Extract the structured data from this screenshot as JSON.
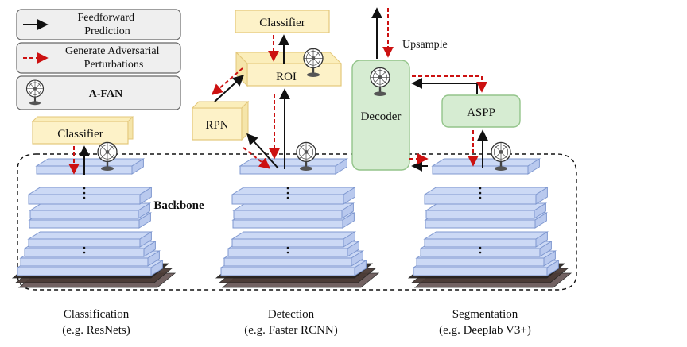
{
  "legend": {
    "feedforward": "Feedforward\nPrediction",
    "adversarial": "Generate Adversarial\nPerturbations",
    "afan": "A-FAN"
  },
  "labels": {
    "backbone": "Backbone",
    "upsample": "Upsample",
    "classifier": "Classifier",
    "roi": "ROI",
    "rpn": "RPN",
    "decoder": "Decoder",
    "aspp": "ASPP"
  },
  "captions": [
    {
      "title": "Classification",
      "subtitle": "(e.g. ResNets)"
    },
    {
      "title": "Detection",
      "subtitle": "(e.g. Faster RCNN)"
    },
    {
      "title": "Segmentation",
      "subtitle": "(e.g. Deeplab V3+)"
    }
  ],
  "colors": {
    "layer_fill": "#ccd9f5",
    "layer_stroke": "#7f98d0",
    "head_fill": "#fdf2c8",
    "head_stroke": "#e3c77a",
    "seg_fill": "#d6ecd2",
    "seg_stroke": "#93c48a",
    "adv_arrow": "#cc1111",
    "legend_fill": "#efefef"
  },
  "icons": [
    "fan-icon"
  ]
}
